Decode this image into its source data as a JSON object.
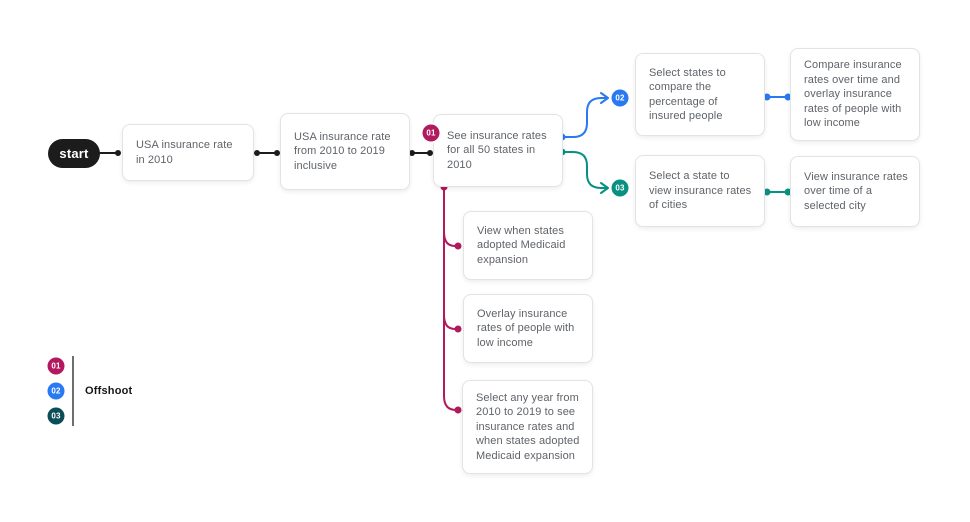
{
  "colors": {
    "black": "#1c1c1c",
    "crimson": "#b2195e",
    "blue": "#2979f2",
    "teal": "#089181",
    "teal_dark": "#0d4d57",
    "card_border": "#e3e3e3",
    "card_text": "#5f6368"
  },
  "start": {
    "label": "start"
  },
  "nodes": [
    {
      "text": "USA insurance rate in 2010"
    },
    {
      "text": "USA insurance rate from 2010 to 2019 inclusive"
    },
    {
      "text": "See insurance rates for all 50 states in 2010",
      "badge": "01"
    },
    {
      "text": "Select states to compare the percentage of insured people",
      "badge": "02"
    },
    {
      "text": "Compare insurance rates over time and overlay insurance rates of people with low income"
    },
    {
      "text": "Select a state to view insurance rates of cities",
      "badge": "03"
    },
    {
      "text": "View insurance rates over time of a selected city"
    },
    {
      "text": "View when states adopted Medicaid expansion"
    },
    {
      "text": "Overlay insurance rates of people with low income"
    },
    {
      "text": "Select any year from 2010 to 2019 to see insurance rates and when states adopted Medicaid expansion"
    }
  ],
  "legend": {
    "items": [
      {
        "badge": "01"
      },
      {
        "badge": "02"
      },
      {
        "badge": "03"
      }
    ],
    "label": "Offshoot"
  }
}
